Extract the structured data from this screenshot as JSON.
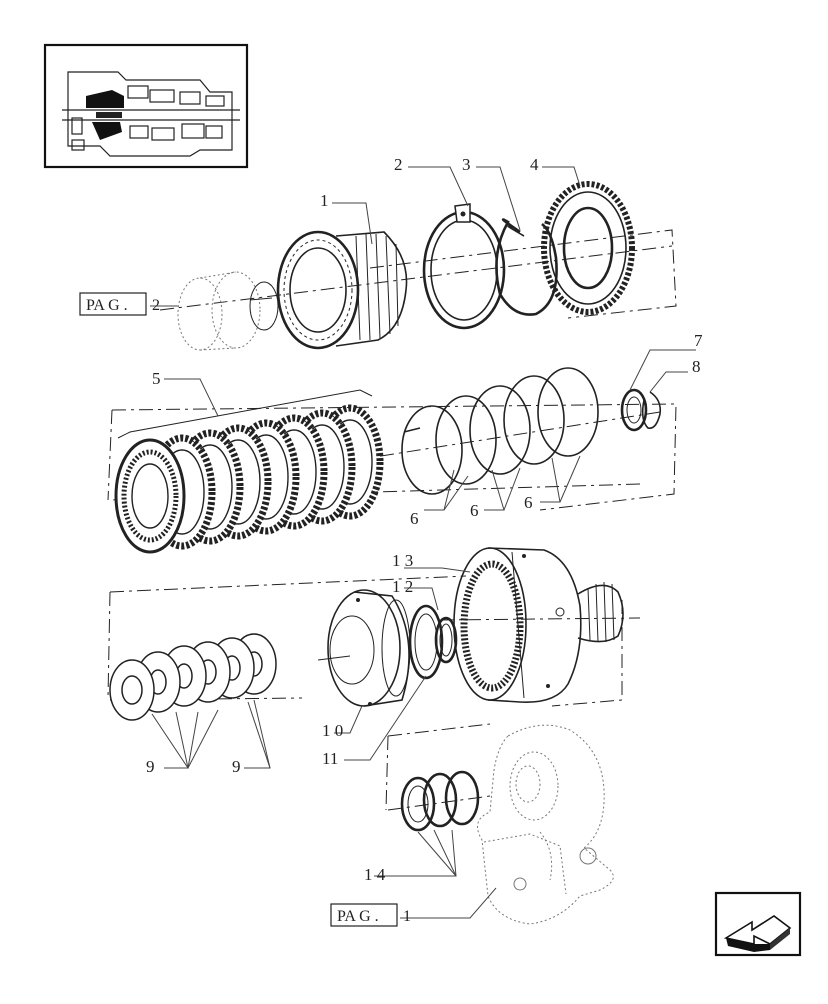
{
  "callouts": {
    "c1": "1",
    "c2": "2",
    "c3": "3",
    "c4": "4",
    "c5": "5",
    "c6a": "6",
    "c6b": "6",
    "c6c": "6",
    "c7": "7",
    "c8": "8",
    "c9a": "9",
    "c9b": "9",
    "c10": "1 0",
    "c11": "11",
    "c12": "1 2",
    "c13": "1 3",
    "c14": "1 4"
  },
  "page_refs": {
    "ref_top": {
      "label": "PA G .",
      "page": "2"
    },
    "ref_bottom": {
      "label": "PA G .",
      "page": "1"
    }
  },
  "icons": {
    "thumbnail": "transmission-section-thumbnail",
    "nav": "previous-page-arrow-icon"
  }
}
